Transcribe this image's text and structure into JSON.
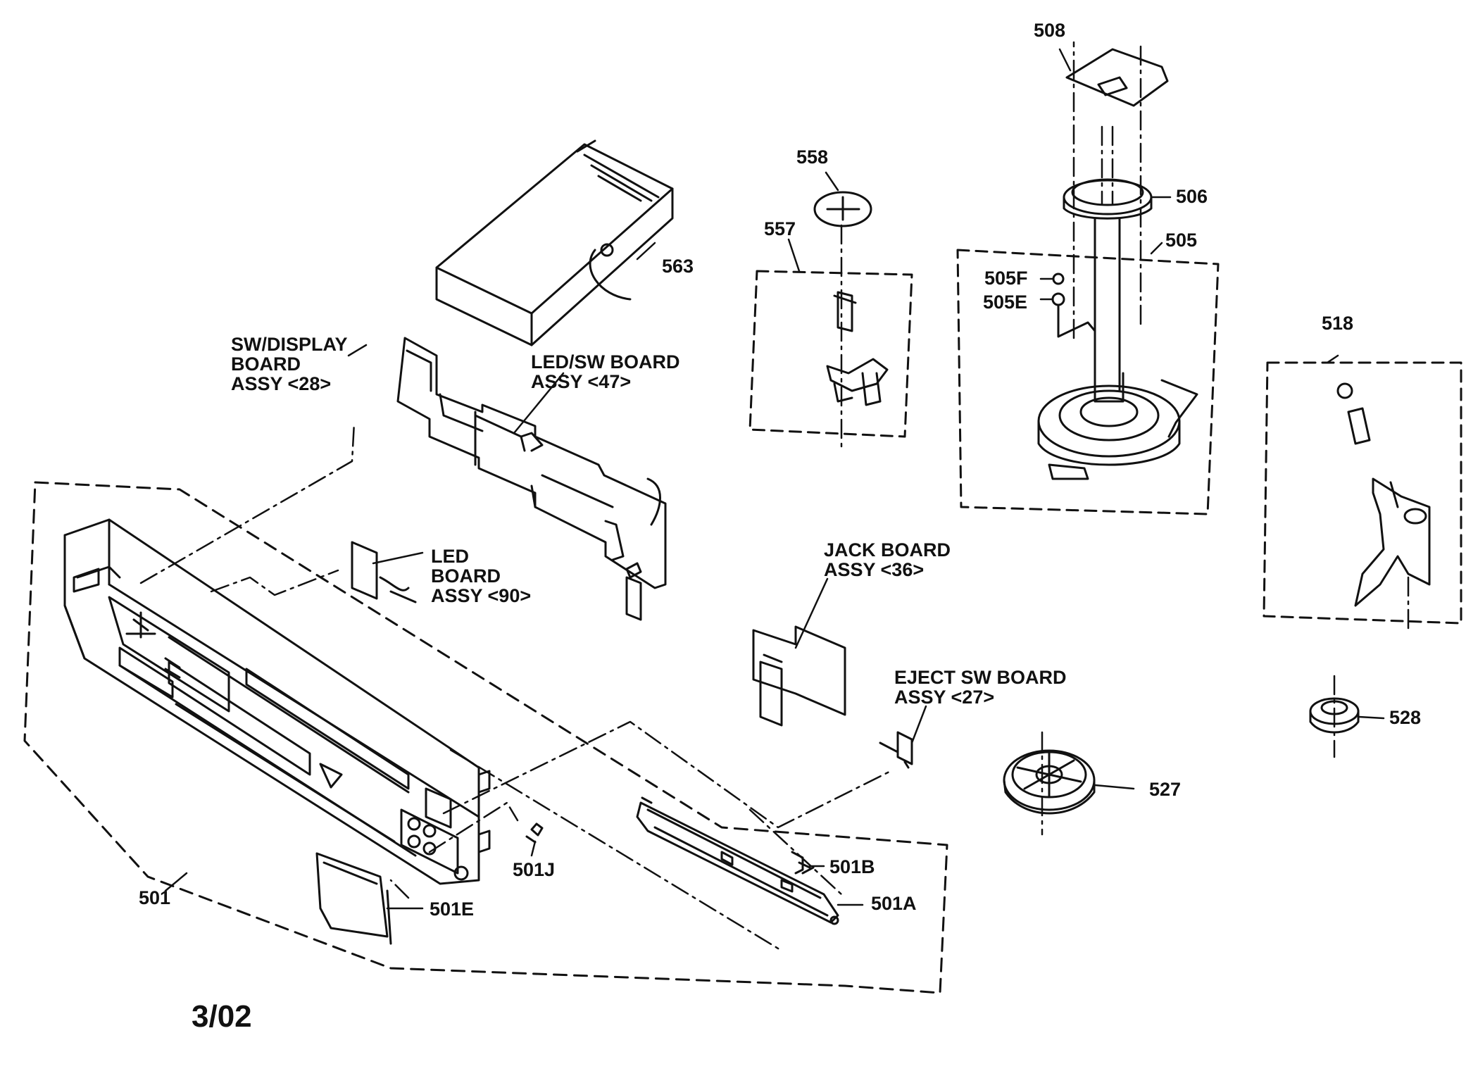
{
  "diagram": {
    "date_code": "3/02",
    "part_labels": {
      "p508": "508",
      "p506": "506",
      "p505": "505",
      "p505F": "505F",
      "p505E": "505E",
      "p558": "558",
      "p557": "557",
      "p563": "563",
      "p518": "518",
      "p528": "528",
      "p527": "527",
      "p501": "501",
      "p501J": "501J",
      "p501E": "501E",
      "p501B": "501B",
      "p501A": "501A"
    },
    "callouts": {
      "sw_display": [
        "SW/DISPLAY",
        "BOARD",
        "ASSY <28>"
      ],
      "led_sw": [
        "LED/SW BOARD",
        "ASSY <47>"
      ],
      "led_board": [
        "LED",
        "BOARD",
        "ASSY <90>"
      ],
      "jack": [
        "JACK BOARD",
        "ASSY <36>"
      ],
      "eject": [
        "EJECT SW BOARD",
        "ASSY <27>"
      ]
    },
    "ink_color": "#111111"
  }
}
